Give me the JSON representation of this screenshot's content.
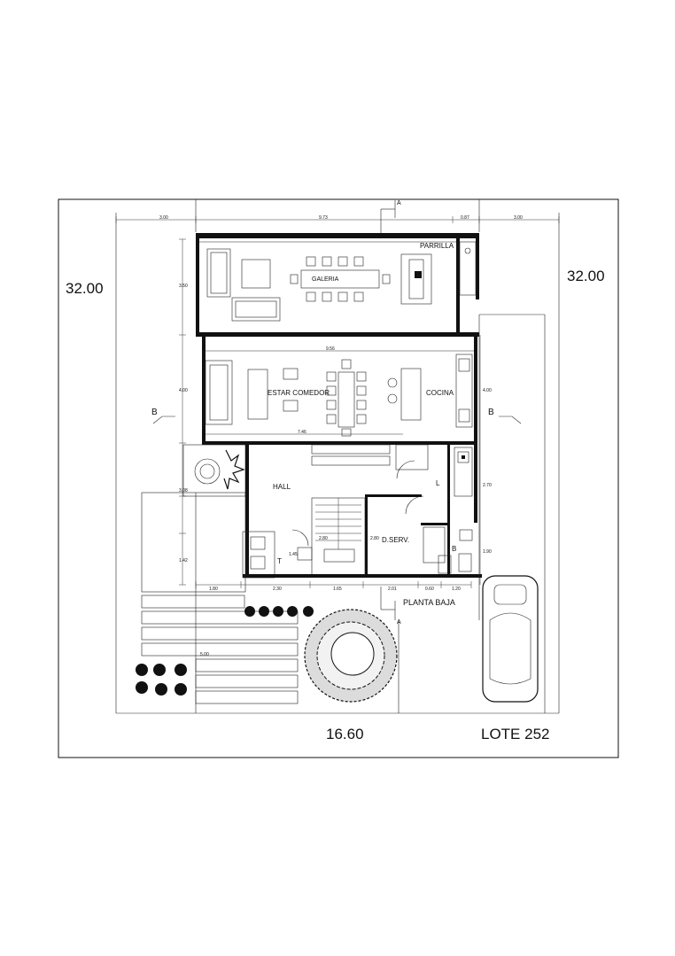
{
  "lot": {
    "side_left": "32.00",
    "side_right": "32.00",
    "front": "16.60",
    "name": "LOTE 252"
  },
  "rooms": {
    "parrilla": "PARRILLA",
    "galeria": "GALERIA",
    "estar_comedor": "ESTAR COMEDOR",
    "cocina": "COCINA",
    "hall": "HALL",
    "lavadero": "L",
    "dormitorio_servicio": "D.SERV.",
    "toilette": "T",
    "bano": "B"
  },
  "plan_title": "PLANTA BAJA",
  "section_marks": {
    "a_top": "A",
    "a_bottom": "A",
    "b_left": "B",
    "b_right": "B"
  },
  "dimensions": {
    "top_left": "3.00",
    "top_center": "9.73",
    "top_small": "0.87",
    "top_right": "3.00",
    "galeria_depth": "3.50",
    "estar_depth": "4.00",
    "cocina_depth": "4.00",
    "interior_width": "9.56",
    "comedor_width": "7.46",
    "hall_left": "3.08",
    "lav_height": "2.70",
    "left_lower": "1.42",
    "bano_height": "1.90",
    "t_height": "1.45",
    "stair_a": "2.80",
    "stair_b": "2.80",
    "b1": "1.80",
    "b2": "2.30",
    "b3": "1.65",
    "b4": "2.01",
    "b5": "0.60",
    "b6": "1.20",
    "front_depth": "5.00"
  }
}
